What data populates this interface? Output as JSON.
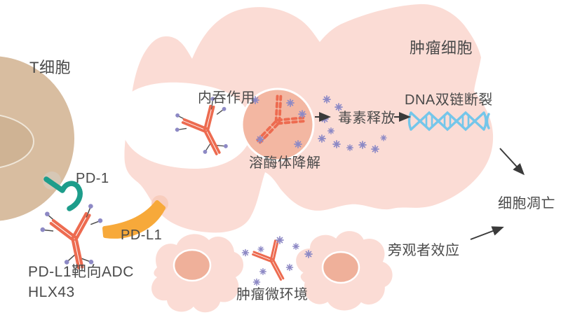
{
  "labels": {
    "t_cell": "T细胞",
    "pd1": "PD-1",
    "pdl1": "PD-L1",
    "adc_line1": "PD-L1靶向ADC",
    "adc_line2": "HLX43",
    "tumor_cell": "肿瘤细胞",
    "endocytosis": "内吞作用",
    "lysosome_degradation": "溶酶体降解",
    "toxin_release": "毒素释放",
    "dna_break": "DNA双链断裂",
    "apoptosis": "细胞凋亡",
    "bystander_effect": "旁观者效应",
    "tumor_microenvironment": "肿瘤微环境"
  },
  "colors": {
    "background": "#ffffff",
    "tumor_cell_fill": "#fbdcd5",
    "lysosome_fill": "#f3b7a2",
    "flower_nucleus_fill": "#efb09a",
    "t_cell_fill": "#d8bda0",
    "t_cell_nucleus_fill": "#cfb394",
    "pd1_teal": "#1d9d8b",
    "pdl1_orange": "#f7a93a",
    "antibody_coral": "#ed6b50",
    "toxin_purple": "#8d89c5",
    "dna_blue": "#74c6ea",
    "arrow_dark": "#3a3a3a",
    "text_gray": "#4a4a4a"
  },
  "elements": [
    {
      "name": "t-cell",
      "type": "cell",
      "color": "#d8bda0"
    },
    {
      "name": "pd1-receptor",
      "type": "receptor",
      "color": "#1d9d8b"
    },
    {
      "name": "pdl1-ligand",
      "type": "ligand",
      "color": "#f7a93a"
    },
    {
      "name": "adc-antibody",
      "type": "antibody-drug-conjugate",
      "color": "#ed6b50"
    },
    {
      "name": "tumor-cell",
      "type": "cell",
      "color": "#fbdcd5"
    },
    {
      "name": "endocytosed-antibody",
      "type": "antibody-drug-conjugate",
      "color": "#ed6b50"
    },
    {
      "name": "lysosome",
      "type": "organelle",
      "color": "#f3b7a2"
    },
    {
      "name": "degraded-antibody",
      "type": "antibody-fragmented",
      "color": "#ed6b50"
    },
    {
      "name": "toxin-stars",
      "type": "payload",
      "color": "#8d89c5"
    },
    {
      "name": "dna-double-helix-break",
      "type": "dna",
      "color": "#74c6ea"
    },
    {
      "name": "bystander-cells",
      "type": "cell",
      "color": "#fbdcd5"
    }
  ]
}
